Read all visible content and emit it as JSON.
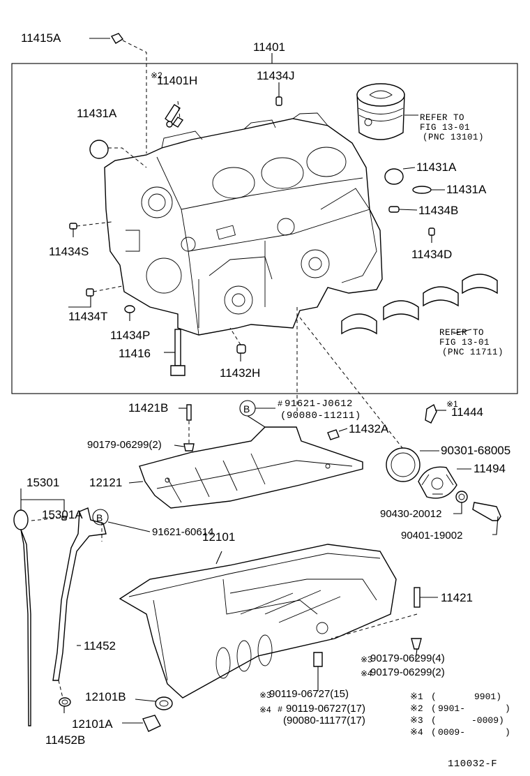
{
  "labels": {
    "l11415A": "11415A",
    "l11401": "11401",
    "l11401H": "11401H",
    "mark11401H": "※2",
    "l11434J": "11434J",
    "l11431A_top": "11431A",
    "l11431A_r1": "11431A",
    "l11431A_r2": "11431A",
    "l11434B": "11434B",
    "l11434S": "11434S",
    "l11434D": "11434D",
    "l11434T": "11434T",
    "l11434P": "11434P",
    "l11416": "11416",
    "l11432H": "11432H",
    "l11421B": "11421B",
    "calloutB1": "B",
    "l91621J0612": "91621-J0612",
    "l90080_11211": "(90080-11211)",
    "l11432A": "11432A",
    "l90179_062992": "90179-06299(2)",
    "l11444": "11444",
    "mark11444": "※1",
    "l90301": "90301-68005",
    "l12121": "12121",
    "l11494": "11494",
    "l15301": "15301",
    "l15301A": "15301A",
    "calloutB2": "B",
    "l90430": "90430-20012",
    "l91621_60614": "91621-60614",
    "l90401": "90401-19002",
    "l12101": "12101",
    "l11421": "11421",
    "l11452": "11452",
    "mark3a": "※3",
    "l90179_4": "90179-06299(4)",
    "mark4a": "※4",
    "l90179_2b": "90179-06299(2)",
    "l12101B": "12101B",
    "mark3b": "※3",
    "l90119_15": "90119-06727(15)",
    "mark4b": "※4",
    "l90119_17": "90119-06727(17)",
    "l90080_11177": "(90080-11177(17)",
    "l12101A": "12101A",
    "l11452B": "11452B"
  },
  "refer_notes": [
    {
      "line1": "REFER TO",
      "line2": "FIG 13-01",
      "line3": "(PNC 13101)"
    },
    {
      "line1": "REFER TO",
      "line2": "FIG 13-01",
      "line3": "(PNC 11711)"
    }
  ],
  "hash_marks": [
    "#",
    "#"
  ],
  "legend": [
    {
      "mark": "※1",
      "open": "(",
      "text": "9901)"
    },
    {
      "mark": "※2",
      "open": "(",
      "text": "9901-",
      "close": ")"
    },
    {
      "mark": "※3",
      "open": "(",
      "text": "-0009)"
    },
    {
      "mark": "※4",
      "open": "(",
      "text": "0009-",
      "close": ")"
    }
  ],
  "footer_code": "110032-F"
}
